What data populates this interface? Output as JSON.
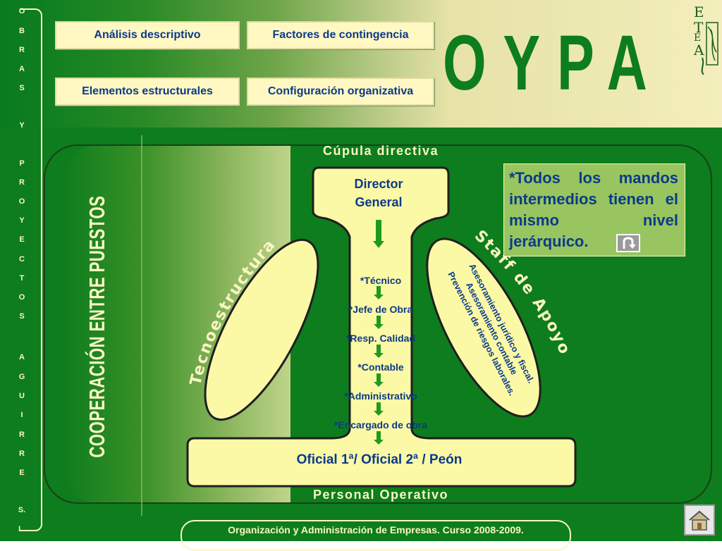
{
  "sidebar": {
    "vertical_text": [
      "O",
      "B",
      "R",
      "A",
      "S",
      "Y",
      "P",
      "R",
      "O",
      "Y",
      "E",
      "C",
      "T",
      "O",
      "S",
      "A",
      "G",
      "U",
      "I",
      "R",
      "R",
      "E",
      "S.",
      "L."
    ]
  },
  "nav": {
    "analisis": "Análisis descriptivo",
    "factores": "Factores de contingencia",
    "elementos": "Elementos estructurales",
    "configuracion": "Configuración organizativa"
  },
  "brand": {
    "title": "OYPA",
    "logo_text": "ETEA"
  },
  "diagram": {
    "side_title": "COOPERACIÓN ENTRE PUESTOS",
    "top_label": "Cúpula directiva",
    "bottom_label": "Personal Operativo",
    "left_label": "Tecnoestructura",
    "right_label": "Staff de Apoyo",
    "director": [
      "Director",
      "General"
    ],
    "roles": [
      "*Técnico",
      "*Jefe de Obra",
      "*Resp. Calidad",
      "*Contable",
      "*Administrativo",
      "*Encargado de obra"
    ],
    "base_roles": "Oficial 1ª/ Oficial 2ª / Peón",
    "staff_items": [
      "Asesoramiento jurídico y fiscal.",
      "Asesoramiento contable",
      "Prevención de riesgos laborales."
    ]
  },
  "note": {
    "text": "*Todos los mandos intermedios tienen el mismo nivel jerárquico."
  },
  "footer": {
    "text": "Organización y Administración de Empresas. Curso 2008-2009."
  },
  "colors": {
    "dark_green": "#0d7d1d",
    "cream": "#fbf9a6",
    "navy_text": "#0b3a8a"
  },
  "icons": {
    "back": "u-turn-arrow-icon",
    "home": "house-icon",
    "arrow": "down-arrow-icon"
  }
}
